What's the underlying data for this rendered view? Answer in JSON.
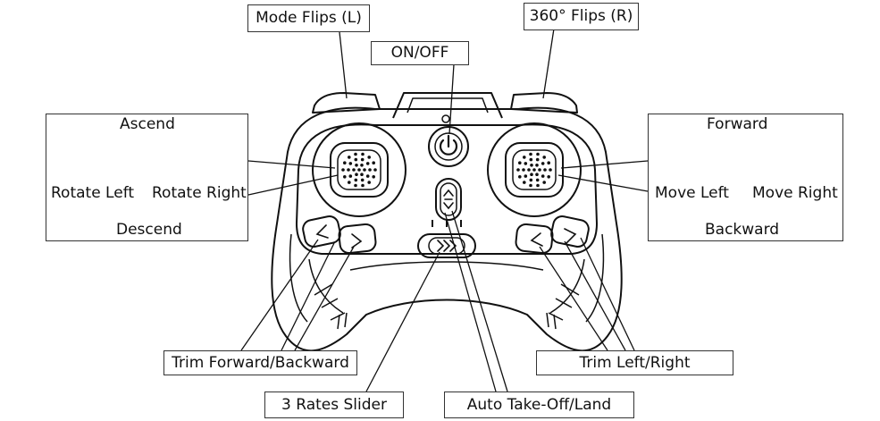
{
  "callouts": {
    "mode_flips": "Mode Flips (L)",
    "flips_360": "360° Flips (R)",
    "on_off": "ON/OFF",
    "trim_forward_backward": "Trim Forward/Backward",
    "trim_left_right": "Trim Left/Right",
    "rates_slider": "3 Rates Slider",
    "auto_takeoff_land": "Auto Take-Off/Land"
  },
  "left_stick": {
    "up": "Ascend",
    "down": "Descend",
    "left": "Rotate Left",
    "right": "Rotate Right"
  },
  "right_stick": {
    "up": "Forward",
    "down": "Backward",
    "left": "Move Left",
    "right": "Move Right"
  },
  "icons": [
    "power-icon",
    "takeoff-land-icon",
    "chevron-left-icon",
    "chevron-right-icon",
    "triple-chevron-icon"
  ]
}
